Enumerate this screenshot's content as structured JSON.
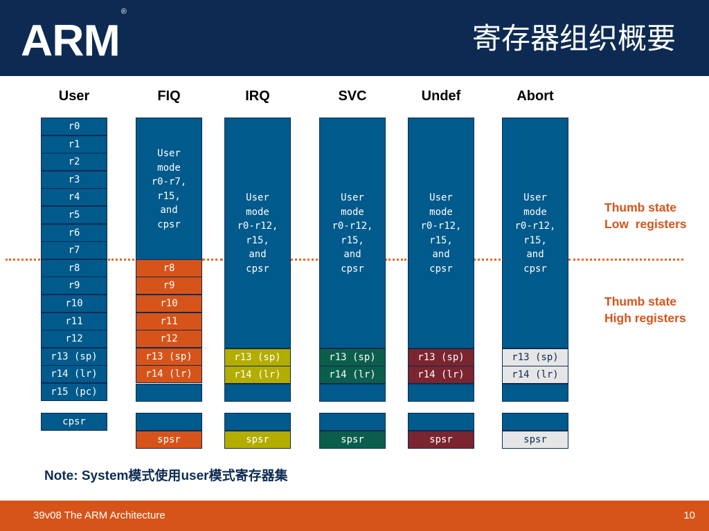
{
  "header": {
    "logo": "ARM",
    "logo_mark": "®",
    "title": "寄存器组织概要"
  },
  "columns": {
    "user": "User",
    "fiq": "FIQ",
    "irq": "IRQ",
    "svc": "SVC",
    "undef": "Undef",
    "abort": "Abort"
  },
  "user_registers": [
    "r0",
    "r1",
    "r2",
    "r3",
    "r4",
    "r5",
    "r6",
    "r7",
    "r8",
    "r9",
    "r10",
    "r11",
    "r12",
    "r13 (sp)",
    "r14 (lr)",
    "r15 (pc)"
  ],
  "user_cpsr": "cpsr",
  "fiq": {
    "shared_text": "User\nmode\nr0-r7,\nr15,\nand\ncpsr",
    "banked": [
      "r8",
      "r9",
      "r10",
      "r11",
      "r12",
      "r13 (sp)",
      "r14 (lr)"
    ],
    "spsr": "spsr"
  },
  "irq": {
    "shared_text": "User\nmode\nr0-r12,\nr15,\nand\ncpsr",
    "sp": "r13 (sp)",
    "lr": "r14 (lr)",
    "spsr": "spsr"
  },
  "svc": {
    "shared_text": "User\nmode\nr0-r12,\nr15,\nand\ncpsr",
    "sp": "r13 (sp)",
    "lr": "r14 (lr)",
    "spsr": "spsr"
  },
  "undef": {
    "shared_text": "User\nmode\nr0-r12,\nr15,\nand\ncpsr",
    "sp": "r13 (sp)",
    "lr": "r14 (lr)",
    "spsr": "spsr"
  },
  "abort": {
    "shared_text": "User\nmode\nr0-r12,\nr15,\nand\ncpsr",
    "sp": "r13 (sp)",
    "lr": "r14 (lr)",
    "spsr": "spsr"
  },
  "side_labels": {
    "low": "Thumb state\nLow  registers",
    "high": "Thumb state\nHigh registers"
  },
  "note": {
    "prefix": "Note: System",
    "mid1": "模式使用",
    "user": "user",
    "mid2": "模式寄存器集"
  },
  "footer": {
    "left": "39v08 The ARM Architecture",
    "page": "10"
  },
  "colors": {
    "header_bg": "#0d2b52",
    "register_blue": "#005a8c",
    "fiq_orange": "#d6541a",
    "irq_olive": "#b3ad00",
    "svc_green": "#0b5e4c",
    "undef_maroon": "#7a2530",
    "abort_light": "#e6e6e6",
    "footer_bg": "#d6541a"
  }
}
